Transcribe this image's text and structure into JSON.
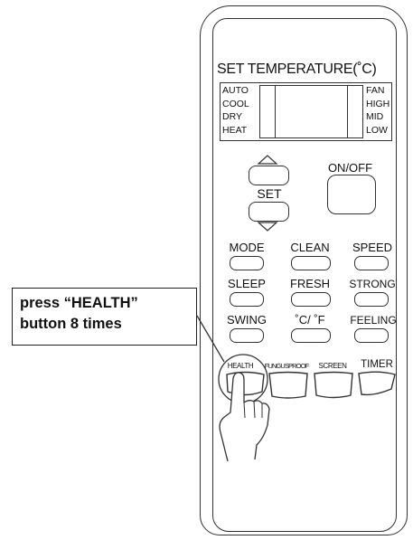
{
  "remote": {
    "title": "SET TEMPERATURE(˚C)",
    "modes_left": [
      "AUTO",
      "COOL",
      "DRY",
      "HEAT"
    ],
    "modes_right": [
      "FAN",
      "HIGH",
      "MID",
      "LOW"
    ],
    "set_label": "SET",
    "on_off_label": "ON/OFF",
    "row1": [
      "MODE",
      "CLEAN",
      "SPEED"
    ],
    "row2": [
      "SLEEP",
      "FRESH",
      "STRONG"
    ],
    "row3": [
      "SWING",
      "˚C/ ˚F",
      "FEELING"
    ],
    "row4": [
      "HEALTH",
      "FUNGUSPROOF",
      "SCREEN",
      "TIMER"
    ]
  },
  "callout": {
    "line1": "press “HEALTH”",
    "line2": "button 8 times"
  }
}
